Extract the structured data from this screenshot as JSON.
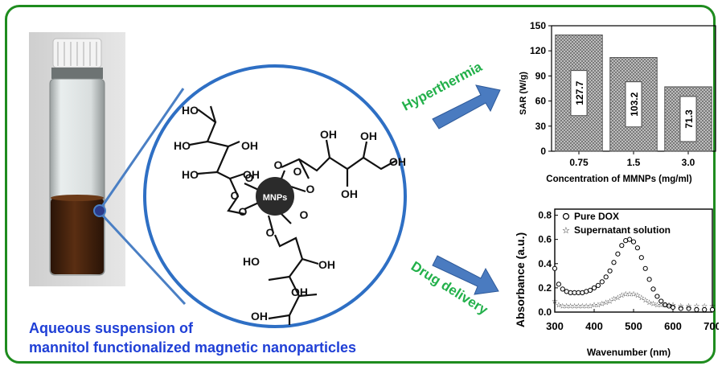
{
  "caption": {
    "line1": "Aqueous suspension of",
    "line2": "mannitol functionalized magnetic nanoparticles"
  },
  "arrows": {
    "top_label": "Hyperthermia",
    "bottom_label": "Drug delivery"
  },
  "molecule": {
    "core_label": "MNPs",
    "oh_labels": [
      "HO",
      "HO",
      "OH",
      "HO",
      "OH",
      "OH",
      "OH",
      "OH",
      "OH",
      "HO",
      "OH",
      "OH",
      "OH"
    ],
    "o_labels": [
      "O",
      "O",
      "O",
      "O",
      "O",
      "O",
      "O",
      "O"
    ]
  },
  "colors": {
    "frame": "#1e8c1e",
    "caption": "#1f3fd6",
    "label_green": "#22b04a",
    "arrow_blue": "#4a7bc0",
    "circle": "#2e6fc4",
    "suspension": "#4b250e"
  },
  "chart_data": [
    {
      "type": "bar",
      "categories": [
        "0.75",
        "1.5",
        "3.0"
      ],
      "values": [
        127.7,
        103.2,
        71.3
      ],
      "bar_heights": [
        139,
        112,
        77
      ],
      "data_labels": [
        "127.7",
        "103.2",
        "71.3"
      ],
      "ylabel": "SAR (W/g)",
      "xlabel": "Concentration of MMNPs (mg/ml)",
      "ylim": [
        0,
        150
      ],
      "yticks": [
        0,
        30,
        60,
        90,
        120,
        150
      ]
    },
    {
      "type": "scatter",
      "xlabel": "Wavenumber (nm)",
      "ylabel": "Absorbance (a.u.)",
      "xlim": [
        300,
        700
      ],
      "ylim": [
        0,
        0.85
      ],
      "xticks": [
        300,
        400,
        500,
        600,
        700
      ],
      "yticks": [
        "0.0",
        "0.2",
        "0.4",
        "0.6",
        "0.8"
      ],
      "legend_position": "top-left",
      "series": [
        {
          "name": "Pure DOX",
          "marker": "circle",
          "x": [
            300,
            310,
            320,
            330,
            340,
            350,
            360,
            370,
            380,
            390,
            400,
            410,
            420,
            430,
            440,
            450,
            460,
            470,
            480,
            490,
            500,
            510,
            520,
            530,
            540,
            550,
            560,
            570,
            580,
            590,
            600,
            620,
            640,
            660,
            680,
            700
          ],
          "y": [
            0.36,
            0.23,
            0.19,
            0.17,
            0.16,
            0.16,
            0.16,
            0.16,
            0.17,
            0.18,
            0.2,
            0.22,
            0.25,
            0.29,
            0.34,
            0.41,
            0.48,
            0.55,
            0.59,
            0.6,
            0.58,
            0.53,
            0.45,
            0.36,
            0.27,
            0.19,
            0.13,
            0.09,
            0.06,
            0.05,
            0.04,
            0.03,
            0.03,
            0.02,
            0.02,
            0.02
          ]
        },
        {
          "name": "Supernatant solution",
          "marker": "star",
          "x": [
            300,
            310,
            320,
            330,
            340,
            350,
            360,
            370,
            380,
            390,
            400,
            410,
            420,
            430,
            440,
            450,
            460,
            470,
            480,
            490,
            500,
            510,
            520,
            530,
            540,
            550,
            560,
            570,
            580,
            590,
            600,
            620,
            640,
            660,
            680,
            700
          ],
          "y": [
            0.09,
            0.06,
            0.05,
            0.05,
            0.05,
            0.05,
            0.05,
            0.05,
            0.05,
            0.05,
            0.06,
            0.06,
            0.07,
            0.08,
            0.09,
            0.11,
            0.12,
            0.14,
            0.15,
            0.15,
            0.15,
            0.14,
            0.12,
            0.1,
            0.08,
            0.07,
            0.06,
            0.06,
            0.06,
            0.06,
            0.06,
            0.05,
            0.05,
            0.05,
            0.05,
            0.05
          ]
        }
      ]
    }
  ]
}
